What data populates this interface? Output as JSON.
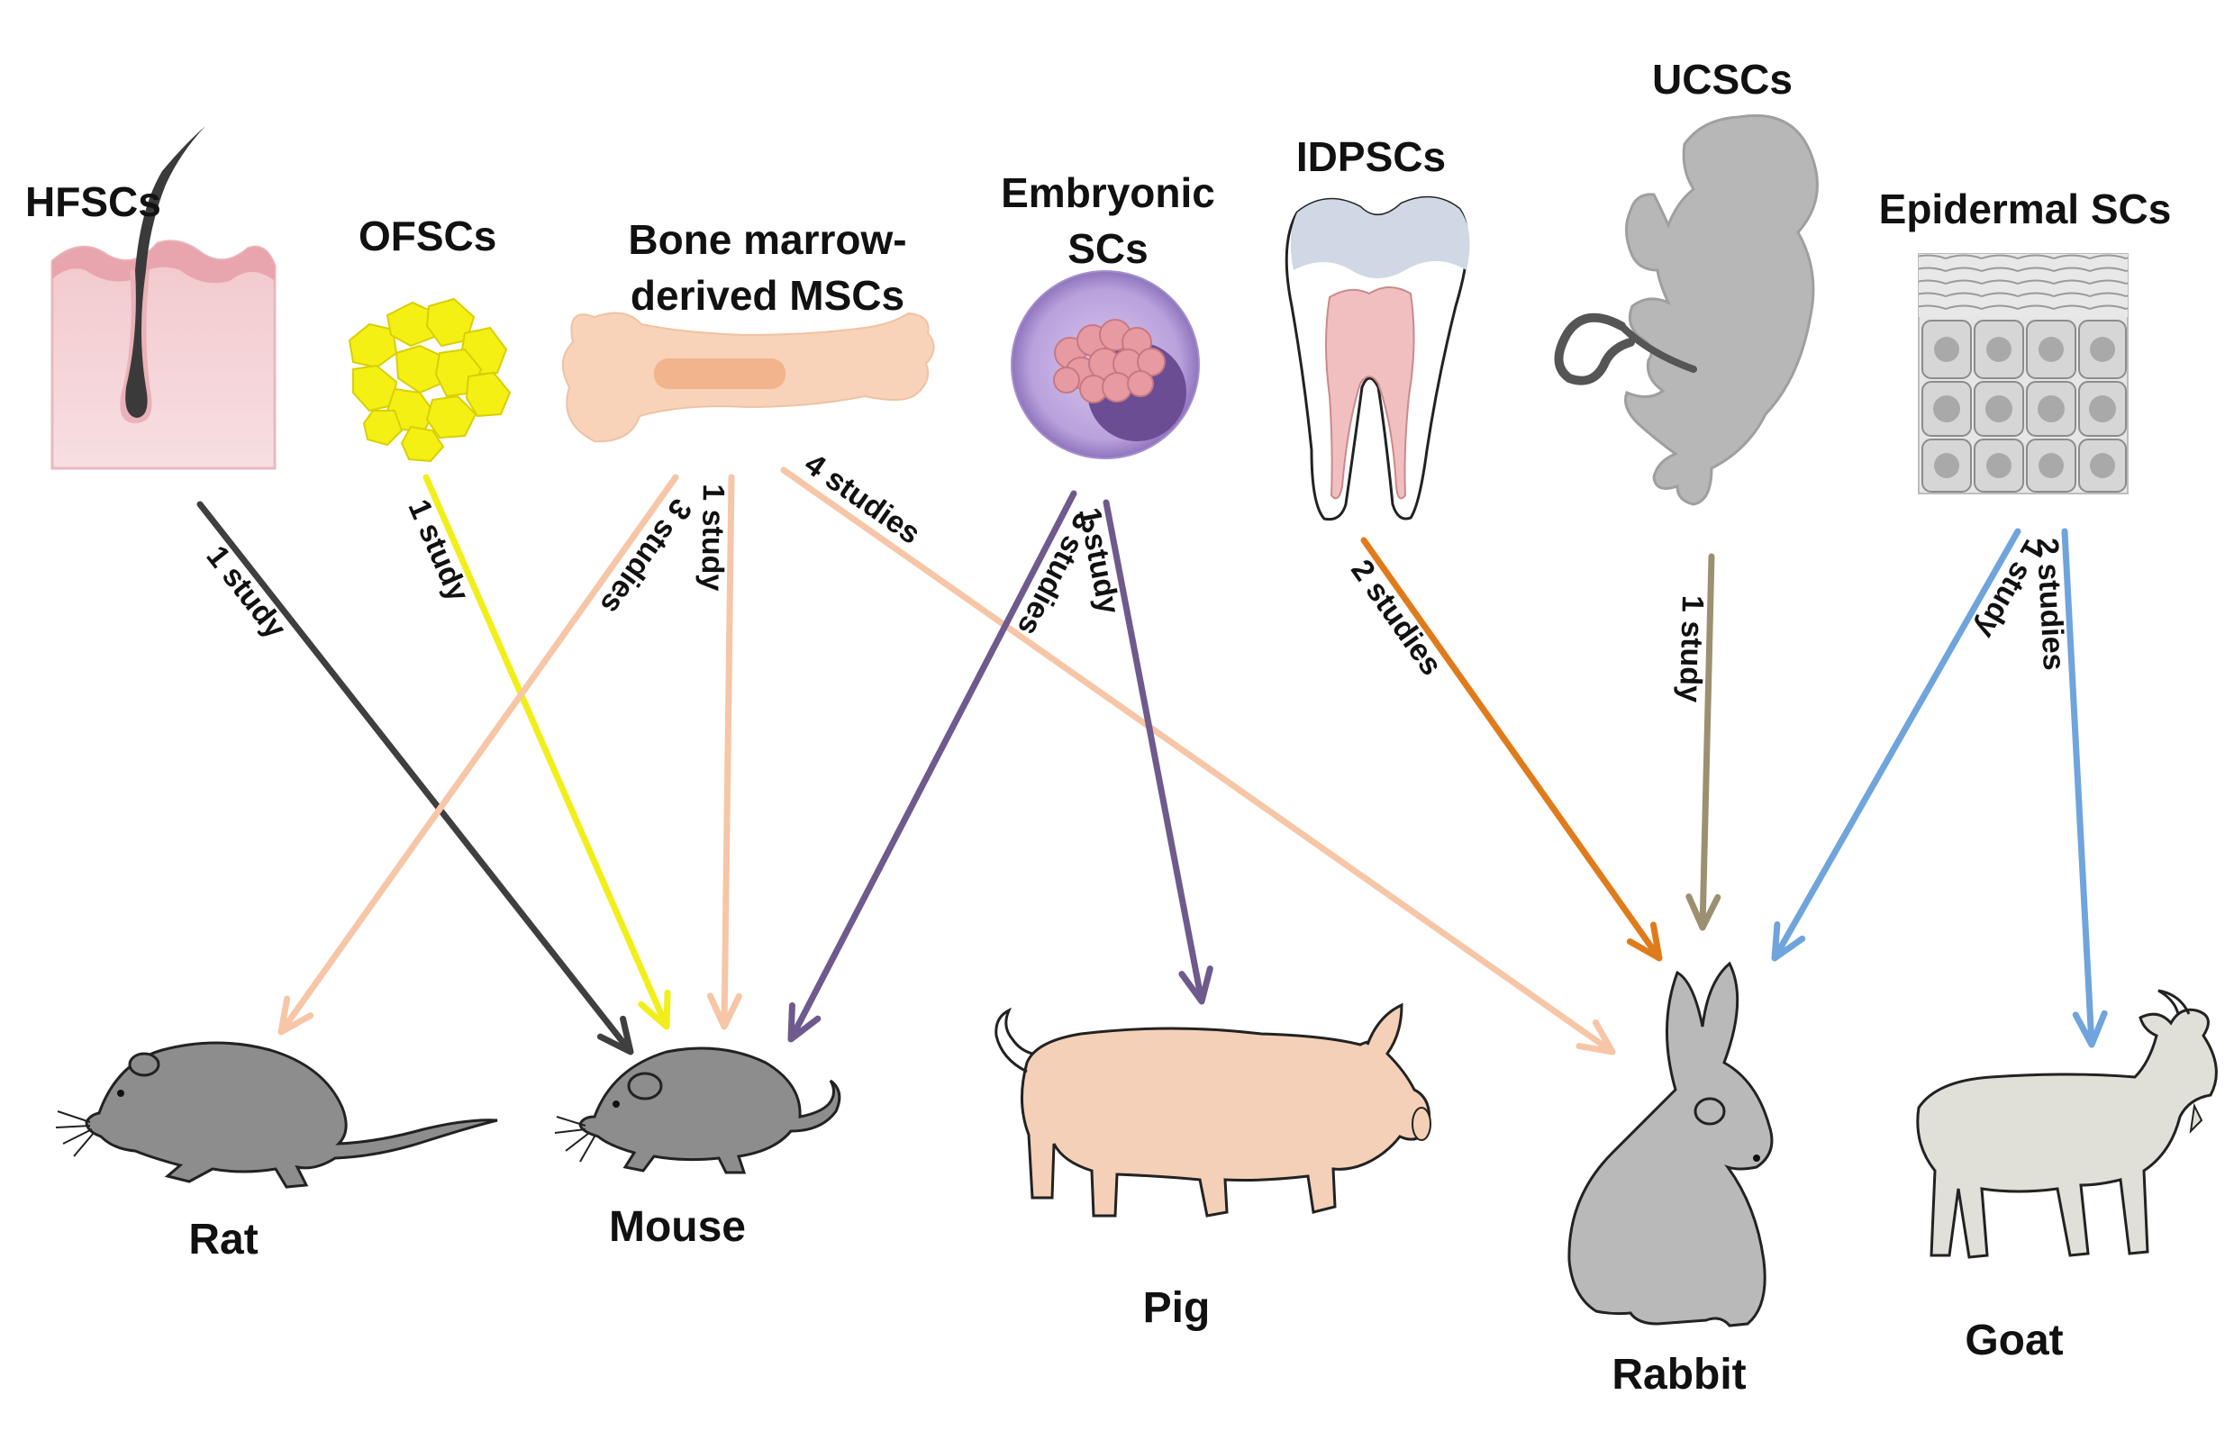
{
  "sources": {
    "hfscs": "HFSCs",
    "ofscs": "OFSCs",
    "bm_line1": "Bone marrow-",
    "bm_line2": "derived MSCs",
    "emb_line1": "Embryonic",
    "emb_line2": "SCs",
    "idpscs": "IDPSCs",
    "ucscs": "UCSCs",
    "epidermal": "Epidermal SCs"
  },
  "targets": {
    "rat": "Rat",
    "mouse": "Mouse",
    "pig": "Pig",
    "rabbit": "Rabbit",
    "goat": "Goat"
  },
  "links": [
    {
      "from": "HFSCs",
      "to": "Mouse",
      "label": "1 study",
      "color": "#3f3f3f"
    },
    {
      "from": "OFSCs",
      "to": "Mouse",
      "label": "1 study",
      "color": "#f2ee1a"
    },
    {
      "from": "Bone marrow-derived MSCs",
      "to": "Rat",
      "label": "3 studies",
      "color": "#f6c6a6"
    },
    {
      "from": "Bone marrow-derived MSCs",
      "to": "Mouse",
      "label": "1 study",
      "color": "#f6c6a6"
    },
    {
      "from": "Bone marrow-derived MSCs",
      "to": "Rabbit",
      "label": "4 studies",
      "color": "#f6c6a6"
    },
    {
      "from": "Embryonic SCs",
      "to": "Mouse",
      "label": "3 studies",
      "color": "#6e5a8c"
    },
    {
      "from": "Embryonic SCs",
      "to": "Pig",
      "label": "1 study",
      "color": "#6e5a8c"
    },
    {
      "from": "IDPSCs",
      "to": "Rabbit",
      "label": "2 studies",
      "color": "#e07b1b"
    },
    {
      "from": "UCSCs",
      "to": "Rabbit",
      "label": "1 study",
      "color": "#9c9070"
    },
    {
      "from": "Epidermal SCs",
      "to": "Rabbit",
      "label": "1 study",
      "color": "#6fa4dc"
    },
    {
      "from": "Epidermal SCs",
      "to": "Goat",
      "label": "2 studies",
      "color": "#6fa4dc"
    }
  ],
  "icons": [
    "hair-follicle-icon",
    "fat-cells-icon",
    "bone-icon",
    "embryo-cell-icon",
    "tooth-icon",
    "fetus-icon",
    "epidermis-icon",
    "rat-icon",
    "mouse-icon",
    "pig-icon",
    "rabbit-icon",
    "goat-icon"
  ]
}
